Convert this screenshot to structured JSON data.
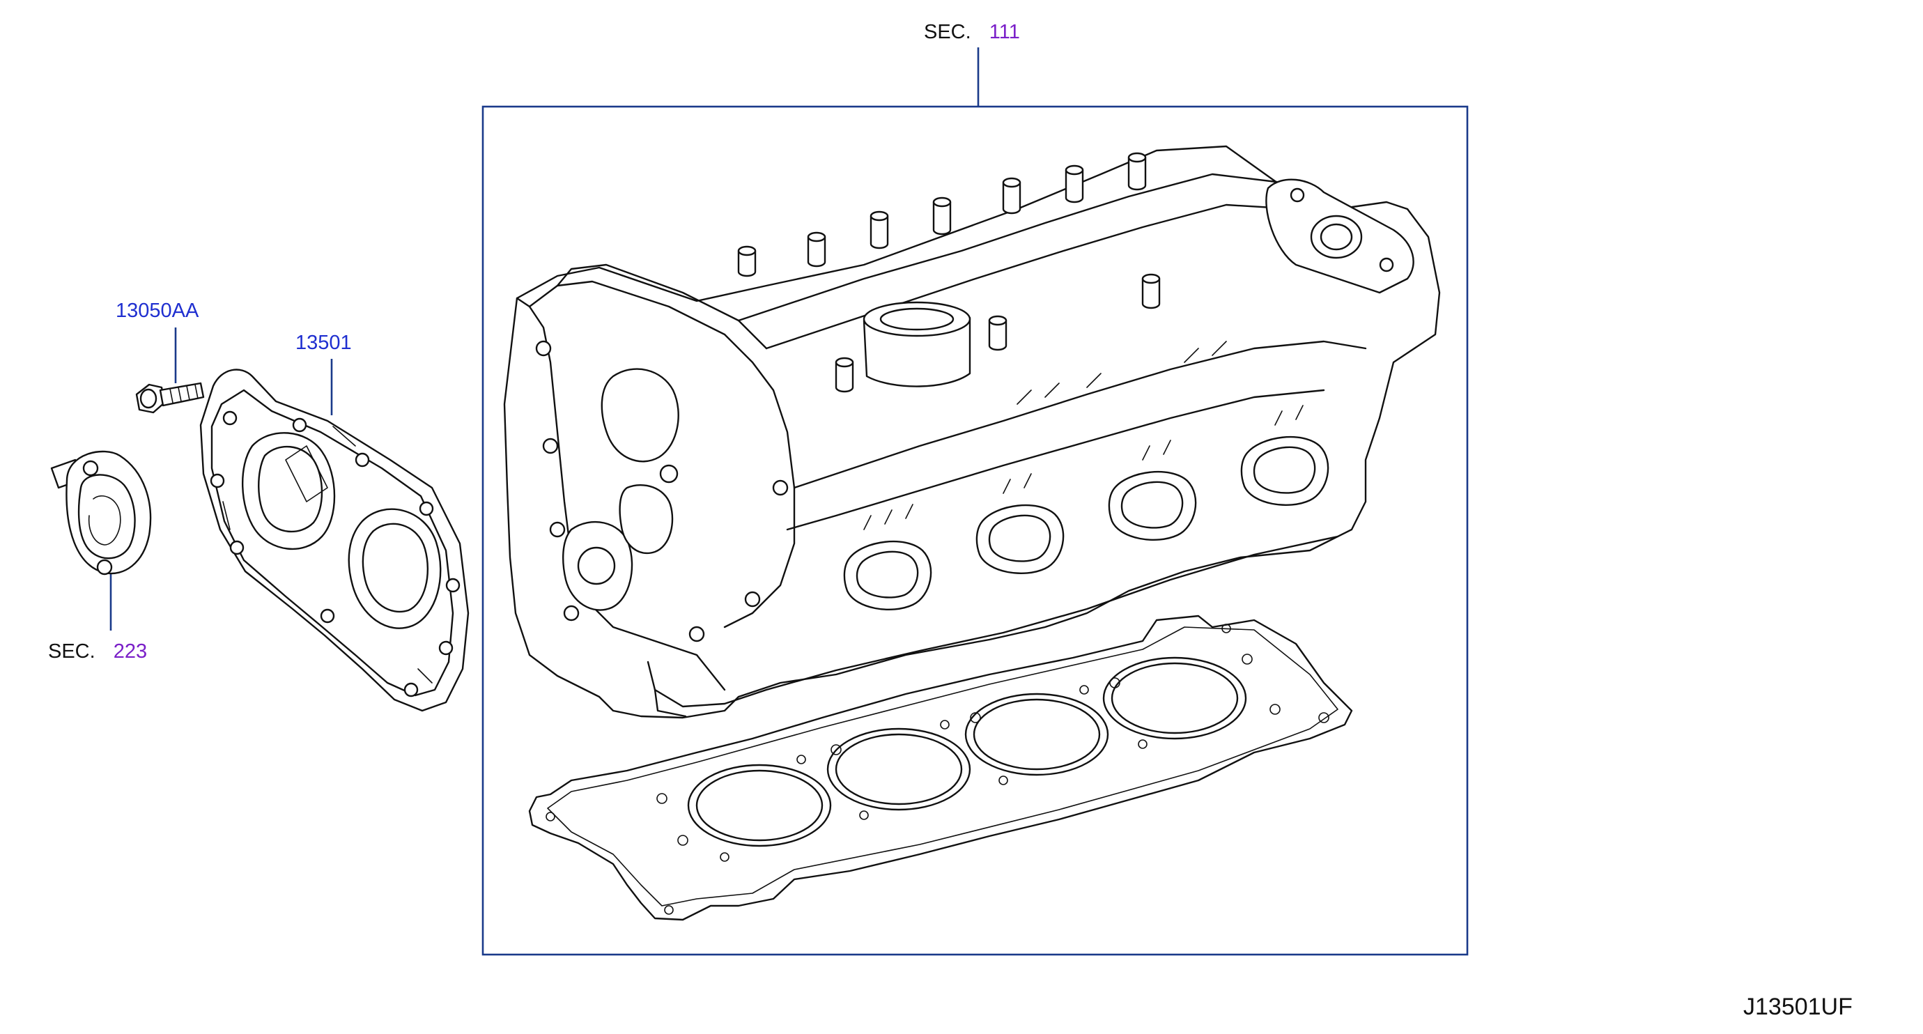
{
  "callouts": {
    "sec_top": {
      "word": "SEC.",
      "number": "111"
    },
    "sec_left": {
      "word": "SEC.",
      "number": "223"
    },
    "part_bolt": "13050AA",
    "part_cover": "13501"
  },
  "diagram_code": "J13501UF",
  "colors": {
    "section_number": "#7a1fc8",
    "part_number": "#1f2fd0",
    "leader_line": "#1a3a8a",
    "drawing_line": "#111111"
  },
  "parts_depicted": {
    "bolt_icon": "bolt-icon",
    "vacuum_pump_icon": "vacuum-pump-icon",
    "front_cover_icon": "front-cover-icon",
    "cylinder_head_icon": "cylinder-head-icon",
    "head_gasket_icon": "head-gasket-icon"
  }
}
